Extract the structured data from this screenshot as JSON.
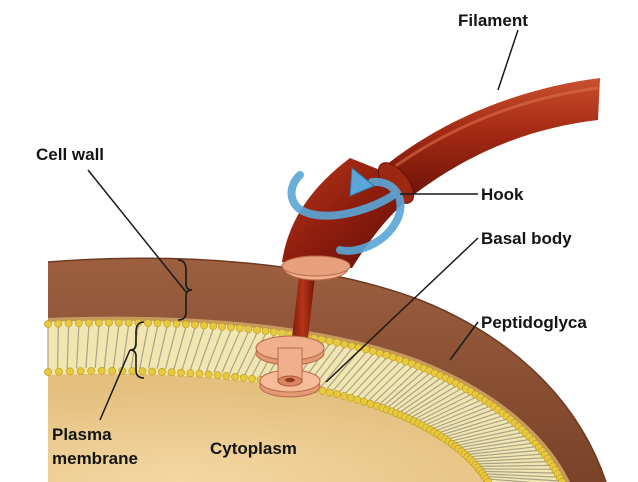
{
  "labels": {
    "filament": "Filament",
    "cell_wall": "Cell wall",
    "hook": "Hook",
    "basal_body": "Basal body",
    "peptidoglycan": "Peptidoglyca",
    "plasma_line1": "Plasma",
    "plasma_line2": "membrane",
    "cytoplasm": "Cytoplasm"
  },
  "colors": {
    "filament": "#a52a14",
    "hook": "#8e1d0e",
    "cell_wall": "#8a4f2e",
    "membrane_head": "#e8c83c",
    "cytoplasm": "#e8c78a",
    "basal_body": "#f0b08c",
    "rotation_arrow": "#5aa6d8",
    "leader_line": "#1a1a1a"
  }
}
